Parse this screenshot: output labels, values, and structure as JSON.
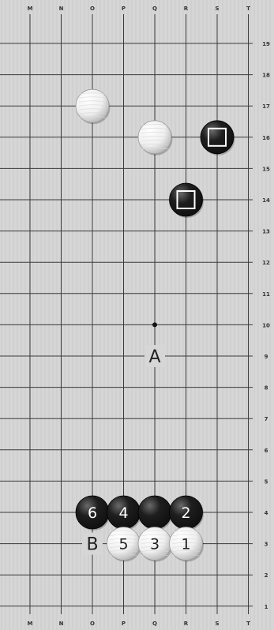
{
  "board": {
    "columns": [
      "M",
      "N",
      "O",
      "P",
      "Q",
      "R",
      "S",
      "T"
    ],
    "rows": [
      "19",
      "18",
      "17",
      "16",
      "15",
      "14",
      "13",
      "12",
      "11",
      "10",
      "9",
      "8",
      "7",
      "6",
      "5",
      "4",
      "3",
      "2",
      "1"
    ],
    "colors": {
      "background": "#d6d6d6",
      "grid": "#3a3a3a",
      "grid_fine": "#8a8a8a",
      "black_stone": "#111111",
      "white_stone": "#efefef",
      "marker_outline": "#ffffff",
      "number_on_black": "#ffffff",
      "number_on_white": "#222222"
    }
  },
  "stones": [
    {
      "id": "w-o17",
      "color": "white",
      "col": "O",
      "row": "17",
      "label": "",
      "marker": ""
    },
    {
      "id": "w-q16",
      "color": "white",
      "col": "Q",
      "row": "16",
      "label": "",
      "marker": ""
    },
    {
      "id": "b-s16",
      "color": "black",
      "col": "S",
      "row": "16",
      "label": "",
      "marker": "square"
    },
    {
      "id": "b-r14",
      "color": "black",
      "col": "R",
      "row": "14",
      "label": "",
      "marker": "square"
    },
    {
      "id": "b-o4",
      "color": "black",
      "col": "O",
      "row": "4",
      "label": "6",
      "marker": ""
    },
    {
      "id": "b-p4",
      "color": "black",
      "col": "P",
      "row": "4",
      "label": "4",
      "marker": ""
    },
    {
      "id": "b-q4",
      "color": "black",
      "col": "Q",
      "row": "4",
      "label": "",
      "marker": ""
    },
    {
      "id": "b-r4",
      "color": "black",
      "col": "R",
      "row": "4",
      "label": "2",
      "marker": ""
    },
    {
      "id": "w-p3",
      "color": "white",
      "col": "P",
      "row": "3",
      "label": "5",
      "marker": ""
    },
    {
      "id": "w-q3",
      "color": "white",
      "col": "Q",
      "row": "3",
      "label": "3",
      "marker": ""
    },
    {
      "id": "w-r3",
      "color": "white",
      "col": "R",
      "row": "3",
      "label": "1",
      "marker": ""
    }
  ],
  "hoshi": [
    {
      "col": "Q",
      "row": "10"
    }
  ],
  "labels": [
    {
      "text": "A",
      "col": "Q",
      "row": "9"
    },
    {
      "text": "B",
      "col": "O",
      "row": "3"
    }
  ]
}
